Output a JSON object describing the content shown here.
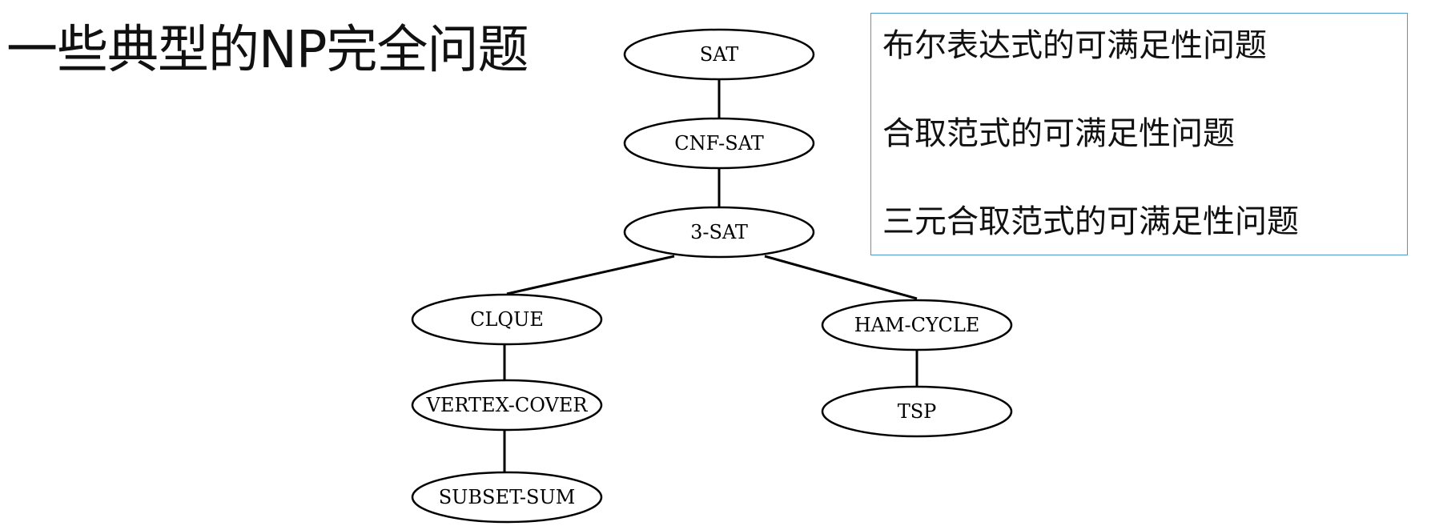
{
  "title": "一些典型的NP完全问题",
  "diagram": {
    "nodes": [
      {
        "id": "sat",
        "label": "SAT"
      },
      {
        "id": "cnf_sat",
        "label": "CNF-SAT"
      },
      {
        "id": "three_sat",
        "label": "3-SAT"
      },
      {
        "id": "clique",
        "label": "CLQUE"
      },
      {
        "id": "vertex_cover",
        "label": "VERTEX-COVER"
      },
      {
        "id": "subset_sum",
        "label": "SUBSET-SUM"
      },
      {
        "id": "ham_cycle",
        "label": "HAM-CYCLE"
      },
      {
        "id": "tsp",
        "label": "TSP"
      }
    ],
    "edges": [
      {
        "from": "sat",
        "to": "cnf_sat"
      },
      {
        "from": "cnf_sat",
        "to": "three_sat"
      },
      {
        "from": "three_sat",
        "to": "clique"
      },
      {
        "from": "three_sat",
        "to": "ham_cycle"
      },
      {
        "from": "clique",
        "to": "vertex_cover"
      },
      {
        "from": "vertex_cover",
        "to": "subset_sum"
      },
      {
        "from": "ham_cycle",
        "to": "tsp"
      }
    ]
  },
  "legend": {
    "lines": [
      "布尔表达式的可满足性问题",
      "合取范式的可满足性问题",
      "三元合取范式的可满足性问题"
    ],
    "border_color": "#4a9bd0"
  }
}
